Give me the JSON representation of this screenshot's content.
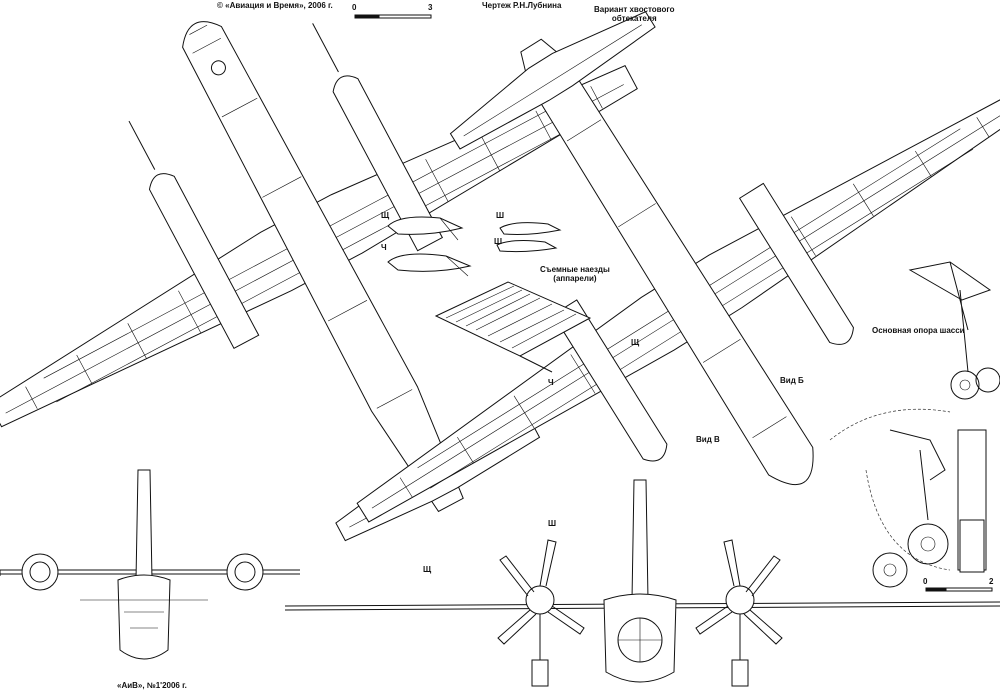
{
  "copyright": "© «Авиация и Время», 2006 г.",
  "drawing_author": "Чертеж Р.Н.Лубнина",
  "tail_fairing_variant": "Вариант хвостового\nобтекателя",
  "removable_ramps": "Съемные наезды\n(аппарели)",
  "main_gear": "Основная опора шасси",
  "view_b": "Вид Б",
  "view_v": "Вид В",
  "footer": "«АиВ», №1'2006 г.",
  "section_labels": {
    "sh1": "Щ",
    "sh2": "Ш",
    "ch1": "Ч",
    "sh3": "Ш",
    "ch2": "Ч",
    "sh4": "Щ",
    "sh5": "Ш",
    "sh6": "Щ"
  },
  "scale_top": {
    "start": "0",
    "end": "3"
  },
  "scale_bottom": {
    "start": "0",
    "end": "2"
  }
}
